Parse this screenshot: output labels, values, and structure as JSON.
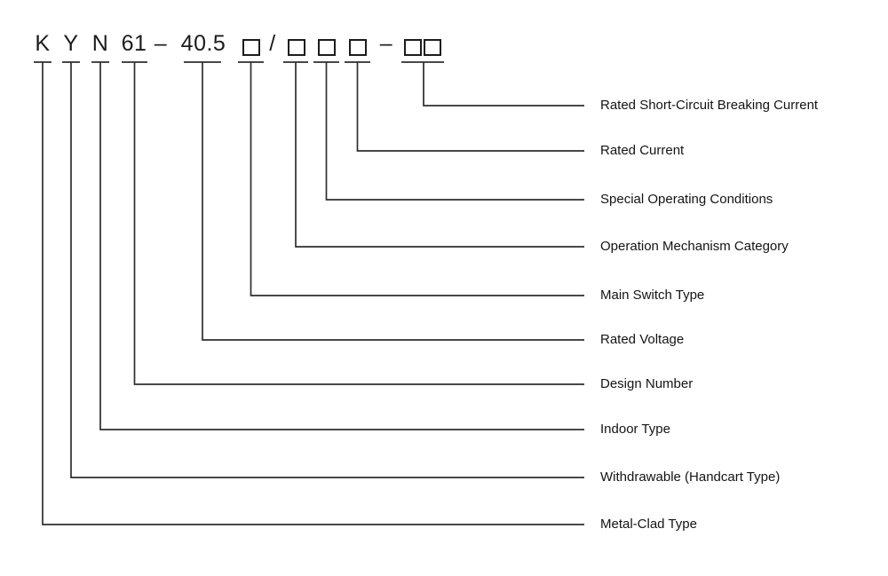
{
  "diagram": {
    "title_semantic": "KYN61-40.5 switchgear model designation explanation",
    "line_color": "#2e2e2e",
    "text_color": "#141414",
    "background": "#ffffff"
  },
  "code": {
    "full": "KYN61-40.5□/□□□-□□",
    "k": "K",
    "y": "Y",
    "n": "N",
    "design_number": "61",
    "dash1": "–",
    "rated_voltage": "40.5",
    "slash": "/",
    "dash2": "–"
  },
  "labels": [
    {
      "text": "Rated Short-Circuit Breaking Current",
      "annotates": "□□"
    },
    {
      "text": "Rated Current",
      "annotates": "□"
    },
    {
      "text": "Special Operating Conditions",
      "annotates": "□"
    },
    {
      "text": "Operation Mechanism Category",
      "annotates": "□"
    },
    {
      "text": "Main Switch Type",
      "annotates": "□"
    },
    {
      "text": "Rated Voltage",
      "annotates": "40.5"
    },
    {
      "text": "Design Number",
      "annotates": "61"
    },
    {
      "text": "Indoor Type",
      "annotates": "N"
    },
    {
      "text": "Withdrawable (Handcart Type)",
      "annotates": "Y"
    },
    {
      "text": "Metal-Clad Type",
      "annotates": "K"
    }
  ]
}
